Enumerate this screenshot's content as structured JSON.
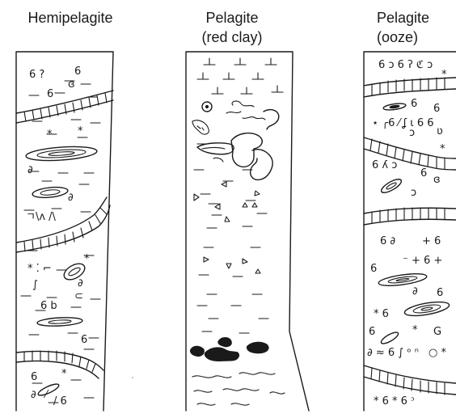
{
  "columns": [
    {
      "id": "hemipelagite",
      "title": "Hemipelagite",
      "subtitle": ""
    },
    {
      "id": "red-clay",
      "title": "Pelagite",
      "subtitle": "(red clay)"
    },
    {
      "id": "ooze",
      "title": "Pelagite",
      "subtitle": "(ooze)"
    }
  ],
  "colors": {
    "ink": "#1a1a1a",
    "background": "#ffffff"
  },
  "icons": [
    "burrow-trace-icon",
    "foram-spiral-glyph",
    "shell-lens-icon",
    "manganese-nodule-icon"
  ]
}
